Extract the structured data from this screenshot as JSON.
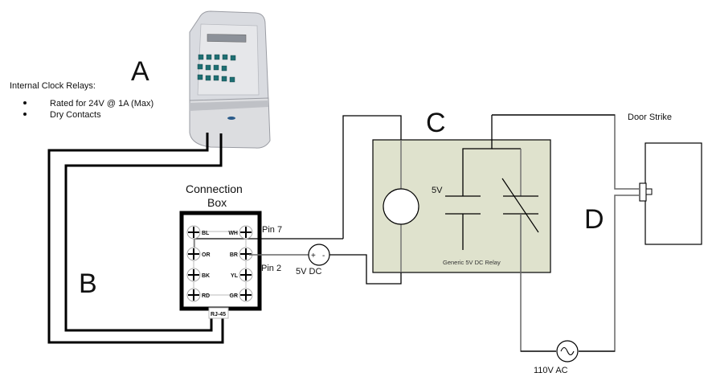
{
  "section_labels": {
    "a": "A",
    "b": "B",
    "c": "C",
    "d": "D"
  },
  "clock": {
    "heading": "Internal Clock Relays:",
    "bullets": [
      "Rated for 24V @ 1A (Max)",
      "Dry Contacts"
    ]
  },
  "connection_box": {
    "title_line1": "Connection",
    "title_line2": "Box",
    "left_terminals": [
      "BL",
      "OR",
      "BK",
      "RD"
    ],
    "right_terminals": [
      "WH",
      "BR",
      "YL",
      "GR"
    ],
    "connector": "RJ-45"
  },
  "pins": {
    "pin7": "Pin 7",
    "pin2": "Pin 2"
  },
  "dc_source": {
    "label": "5V  DC",
    "plus": "+",
    "minus": "-"
  },
  "relay": {
    "coil_voltage": "5V",
    "name": "Generic 5V DC Relay",
    "fill_color": "#dfe2cd"
  },
  "door_strike": {
    "label": "Door Strike"
  },
  "ac_source": {
    "label": "110V  AC"
  }
}
